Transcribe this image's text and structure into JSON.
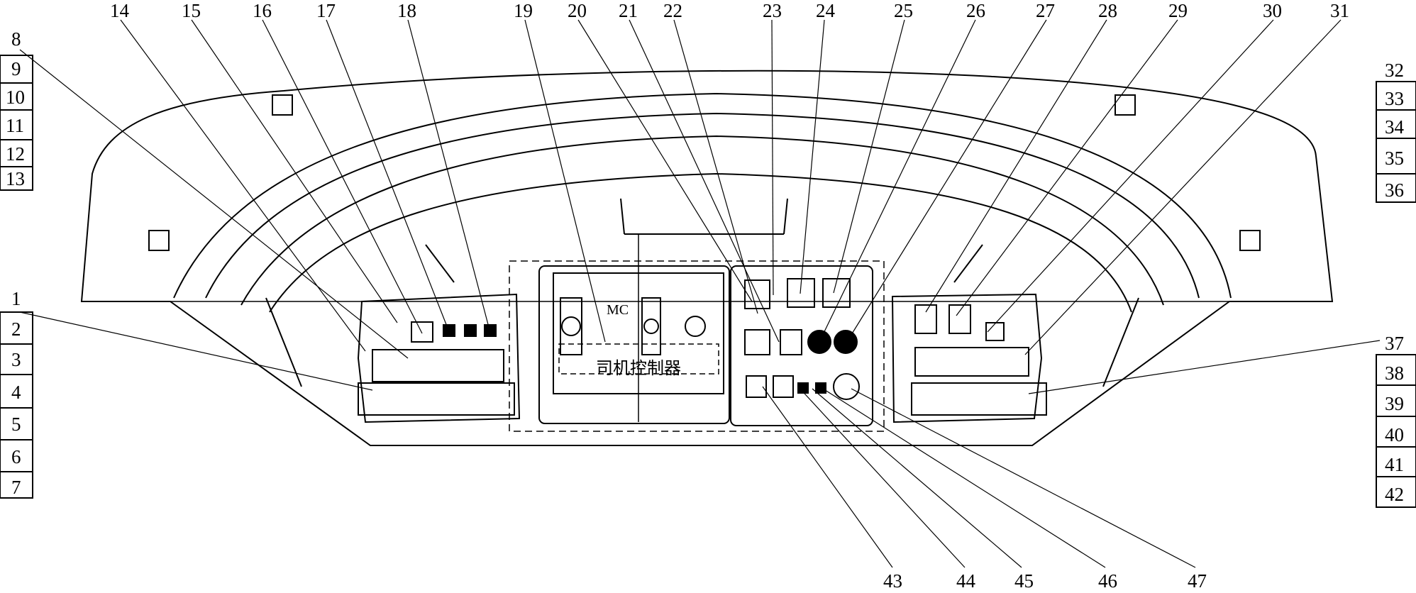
{
  "diagram": {
    "top_callouts": [
      "14",
      "15",
      "16",
      "17",
      "18",
      "19",
      "20",
      "21",
      "22",
      "23",
      "24",
      "25",
      "26",
      "27",
      "28",
      "29",
      "30",
      "31"
    ],
    "left_table": [
      "8",
      "9",
      "10",
      "11",
      "12",
      "13"
    ],
    "right_table": [
      "32",
      "33",
      "34",
      "35",
      "36"
    ],
    "left_lower_table": [
      "1",
      "2",
      "3",
      "4",
      "5",
      "6",
      "7"
    ],
    "right_lower_table": [
      "37",
      "38",
      "39",
      "40",
      "41",
      "42"
    ],
    "bottom_callouts": [
      "43",
      "44",
      "45",
      "46",
      "47"
    ],
    "controller_code": "MC",
    "controller_name": "司机控制器",
    "line_color": "#000000",
    "background": "#ffffff"
  }
}
